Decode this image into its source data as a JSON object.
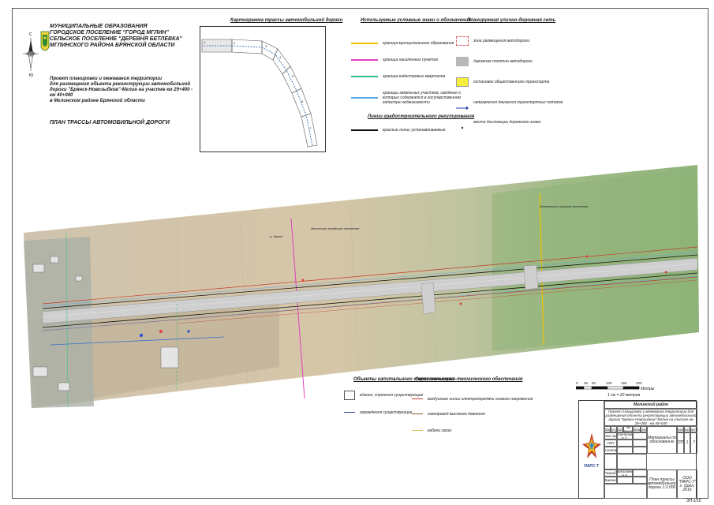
{
  "header": {
    "org_lines": [
      "МУНИЦИПАЛЬНЫЕ ОБРАЗОВАНИЯ",
      "ГОРОДСКОЕ ПОСЕЛЕНИЕ \"ГОРОД МГЛИН\"",
      "СЕЛЬСКОЕ ПОСЕЛЕНИЕ \"ДЕРЕВНЯ БЕТЛЕВКА\"",
      "МГЛИНСКОГО РАЙОНА БРЯНСКОЙ ОБЛАСТИ"
    ],
    "project_lines": [
      "Проект планировки и межевания территории",
      "для размещения объекта реконструкции автомобильной",
      "дороги \"Брянск-Новозыбков\"-Мглин на участке км 29+400 - км 40+040",
      "в Мглинском районе Брянской области"
    ],
    "plan_title": "ПЛАН ТРАССЫ АВТОМОБИЛЬНОЙ ДОРОГИ"
  },
  "compass": {
    "north": "С",
    "south": "Ю"
  },
  "keymap": {
    "title": "Картограмма трассы автомобильной дороги",
    "sheets": [
      "1",
      "2",
      "3",
      "4",
      "5",
      "6",
      "7"
    ]
  },
  "legend_conventional": {
    "title": "Используемые условные знаки и обозначения",
    "items": [
      {
        "label": "граница муниципального образования",
        "color": "#f2c200"
      },
      {
        "label": "граница населенных пунктов",
        "color": "#e040c0"
      },
      {
        "label": "граница кадастровых кварталов",
        "color": "#2fbf8f"
      },
      {
        "label": "границы земельных участков, сведения о которых содержатся в государственном кадастре недвижимости",
        "color": "#5aa9e6"
      }
    ]
  },
  "legend_red_lines": {
    "title": "Линии градостроительного регулирования",
    "items": [
      {
        "label": "красные линии устанавливаемые",
        "color": "#111111"
      }
    ]
  },
  "legend_road_network": {
    "title": "Планируемая улично-дорожная сеть",
    "items": [
      {
        "label": "зона размещения автодороги",
        "color": "#e06060"
      },
      {
        "label": "дорожное полотно автодороги",
        "color": "#b8b8b8"
      },
      {
        "label": "остановки общественного транспорта",
        "color": "#f7ee3c"
      },
      {
        "label": "направления движения транспортных потоков",
        "color": "#1f3fa8"
      },
      {
        "label": "место дислокации дорожного знака",
        "color": "#333333"
      }
    ]
  },
  "map_labels": {
    "river": "р. Мглин",
    "field_1": "Мглинское городское поселение",
    "field_2": "Бетлевское сельское поселение"
  },
  "legend_capital": {
    "title": "Объекты капитального строительства",
    "items": [
      {
        "label": "здания, строения существующие",
        "color": "#555555"
      },
      {
        "label": "ограждения существующие",
        "color": "#1f3f8a"
      }
    ]
  },
  "legend_utilities": {
    "title": "Сети инженерно-технического обеспечения",
    "items": [
      {
        "label": "воздушные линии электропередачи низкого напряжения",
        "color": "#c0392b"
      },
      {
        "label": "газопровод высокого давления",
        "color": "#8e5a2b"
      },
      {
        "label": "кабели связи",
        "color": "#d4c060"
      }
    ]
  },
  "scale": {
    "ticks": [
      "0",
      "25",
      "50",
      "100",
      "150",
      "200"
    ],
    "unit": "Метры",
    "ratio": "1 см = 20 метров"
  },
  "title_block": {
    "district": "Мглинский район",
    "project_text": "Проект планировки и межевания территории для размещения объекта реконструкции автомобильной дороги \"Брянск-Новозыбков\"-Мглин на участке км 29+400 - км 40+040",
    "materials": "Материалы по обоснованию",
    "stage_head": "Стадия",
    "sheet_head": "Лист",
    "sheets_head": "Листов",
    "stage": "ПП",
    "sheet": "1",
    "sheets": "7",
    "drawing": "План трассы автомобильной дороги 1:2 000",
    "company": "ООО \"ПАРС-Т\" г. Орёл, 2016",
    "logo_text": "ПАРС-Т",
    "col_heads": [
      "Изм.",
      "Кол.уч",
      "Лист",
      "№ докум.",
      "Подпись",
      "Дата"
    ],
    "rows": [
      {
        "role": "Глав.Арх.",
        "name": "Степанова Е.С."
      },
      {
        "role": "ГИП",
        "name": ""
      },
      {
        "role": "Н.контр.",
        "name": ""
      },
      {
        "role": "Разраб.",
        "name": "Николаева Н.Н."
      },
      {
        "role": "Инженер",
        "name": ""
      }
    ],
    "sheet_code": "ЭП-1/16"
  }
}
